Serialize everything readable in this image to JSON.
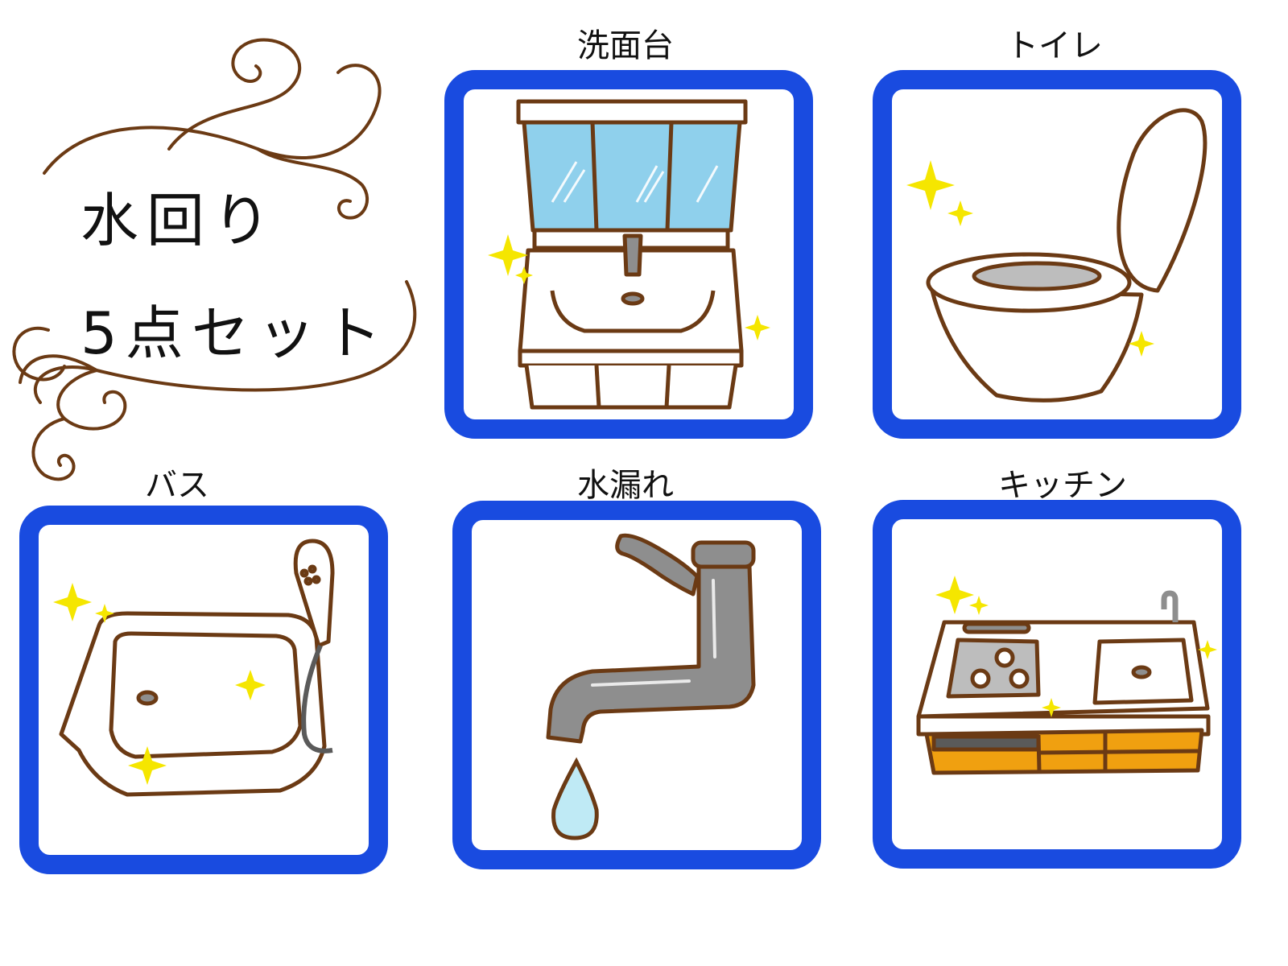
{
  "title": {
    "line1": "水回り",
    "line2": "5点セット"
  },
  "items": [
    {
      "label": "洗面台"
    },
    {
      "label": "トイレ"
    },
    {
      "label": "バス"
    },
    {
      "label": "水漏れ"
    },
    {
      "label": "キッチン"
    }
  ],
  "colors": {
    "tile_border": "#194be0",
    "outline_brown": "#6b3a14",
    "sparkle": "#f5e600",
    "mirror_blue": "#8fd0ec",
    "cabinet_orange": "#f0a010",
    "faucet_gray": "#8e8e8e",
    "water_drop": "#bfeaf5"
  }
}
